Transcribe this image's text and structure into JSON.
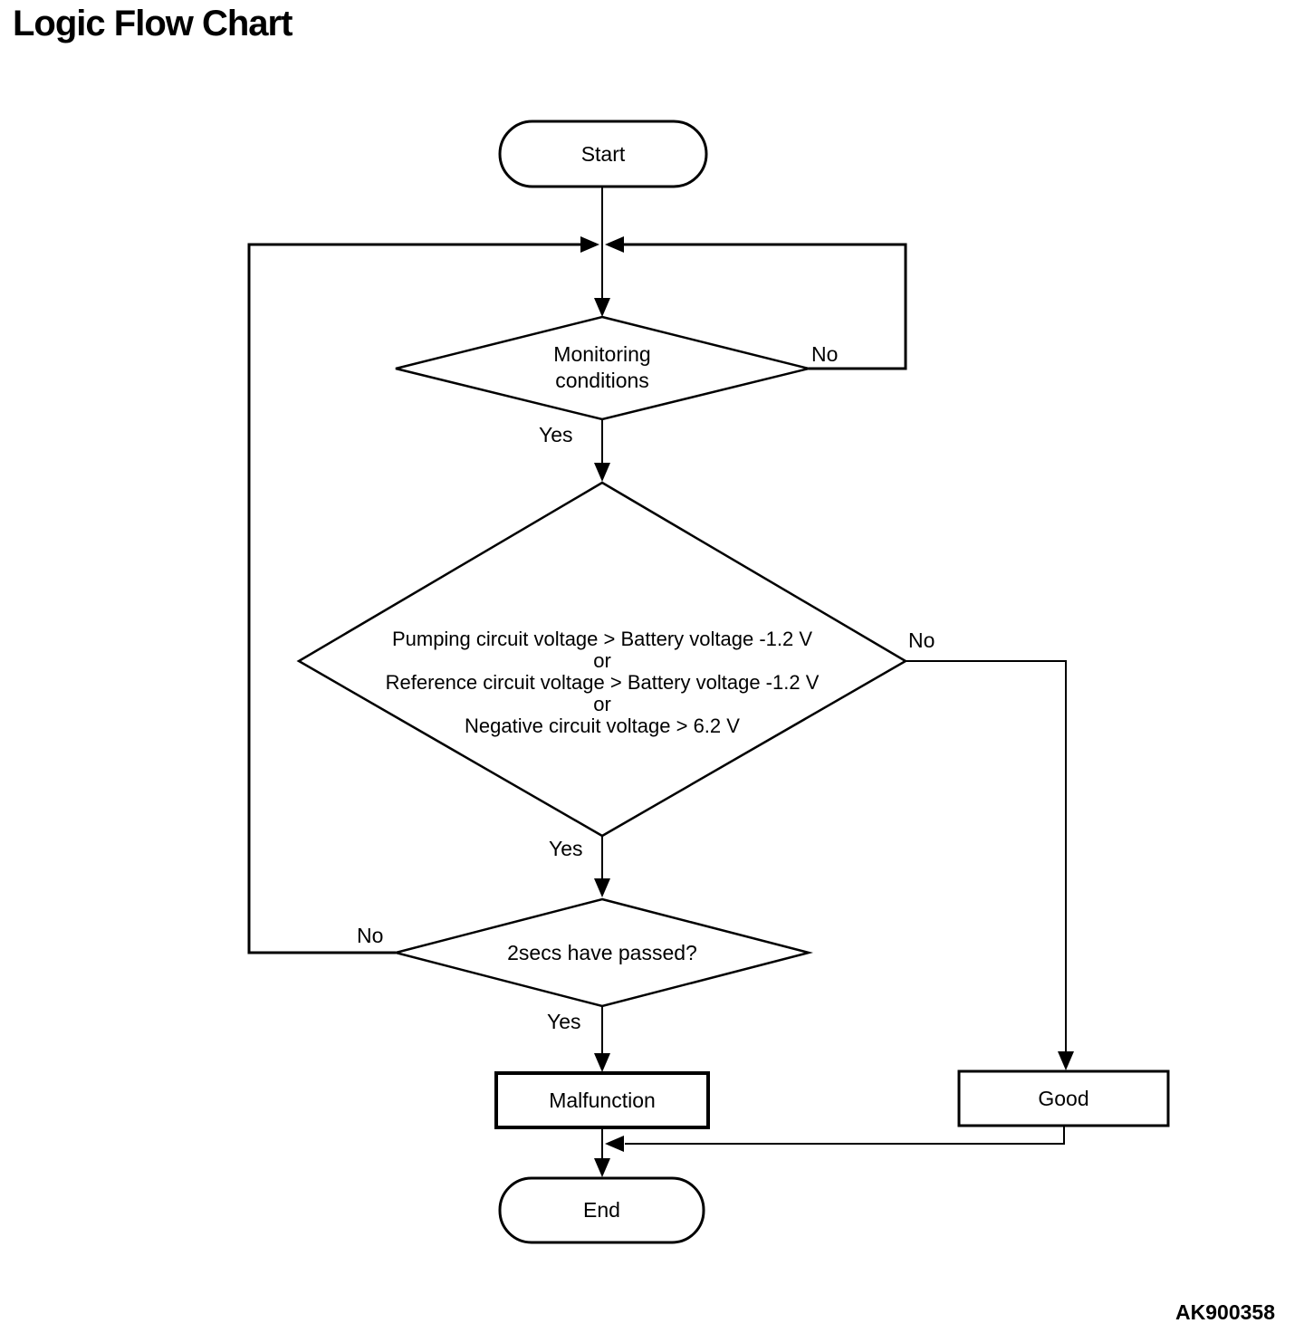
{
  "title": "Logic Flow Chart",
  "figure_code": "AK900358",
  "colors": {
    "line": "#000000",
    "background": "#ffffff",
    "text": "#000000"
  },
  "nodes": {
    "start": {
      "type": "terminator",
      "label": "Start"
    },
    "monitoring": {
      "type": "decision",
      "label": "Monitoring\nconditions",
      "yes_label": "Yes",
      "no_label": "No"
    },
    "voltage_check": {
      "type": "decision",
      "label": "Pumping circuit voltage > Battery voltage -1.2 V\nor\nReference circuit voltage > Battery voltage -1.2 V\nor\nNegative circuit voltage > 6.2 V",
      "yes_label": "Yes",
      "no_label": "No"
    },
    "timer": {
      "type": "decision",
      "label": "2secs have passed?",
      "yes_label": "Yes",
      "no_label": "No"
    },
    "malfunction": {
      "type": "process",
      "label": "Malfunction"
    },
    "good": {
      "type": "process",
      "label": "Good"
    },
    "end": {
      "type": "terminator",
      "label": "End"
    }
  },
  "edges": [
    {
      "from": "start",
      "to": "monitoring"
    },
    {
      "from": "monitoring",
      "to": "voltage_check",
      "label": "Yes"
    },
    {
      "from": "monitoring",
      "to": "loop-junction",
      "label": "No"
    },
    {
      "from": "voltage_check",
      "to": "timer",
      "label": "Yes"
    },
    {
      "from": "voltage_check",
      "to": "good",
      "label": "No"
    },
    {
      "from": "timer",
      "to": "malfunction",
      "label": "Yes"
    },
    {
      "from": "timer",
      "to": "loop-junction",
      "label": "No"
    },
    {
      "from": "malfunction",
      "to": "end"
    },
    {
      "from": "good",
      "to": "end"
    }
  ]
}
